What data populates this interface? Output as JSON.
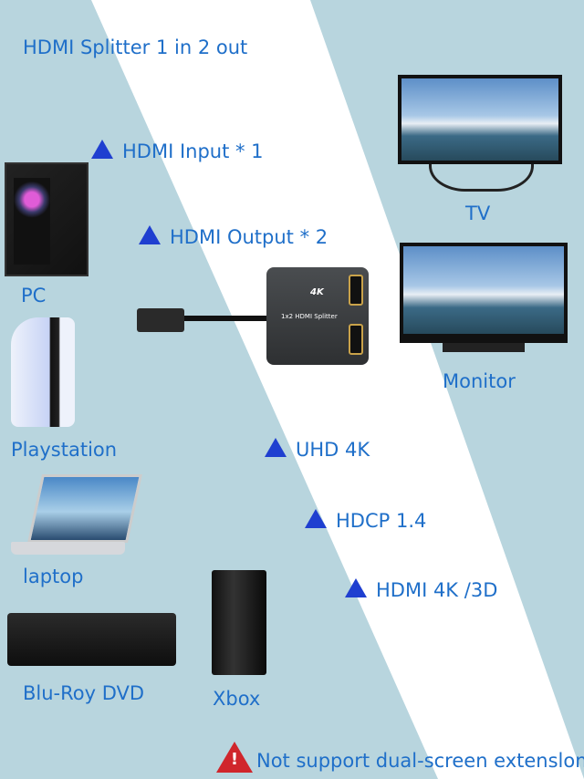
{
  "title": "HDMI Splitter 1 in 2 out",
  "features": [
    "HDMI Input * 1",
    "HDMI Output * 2",
    "UHD 4K",
    "HDCP 1.4",
    "HDMI 4K /3D"
  ],
  "sources": [
    "PC",
    "Playstation",
    "laptop",
    "Blu-Roy DVD",
    "Xbox"
  ],
  "outputs": [
    "TV",
    "Monitor"
  ],
  "splitter": {
    "label": "1x2 HDMI Splitter",
    "badge": "4K"
  },
  "warning": "Not support dual-screen extenslon",
  "colors": {
    "background": "#b8d5de",
    "text": "#1f6fc9",
    "triangle": "#1f3fd0",
    "warning_icon": "#d0262c"
  }
}
